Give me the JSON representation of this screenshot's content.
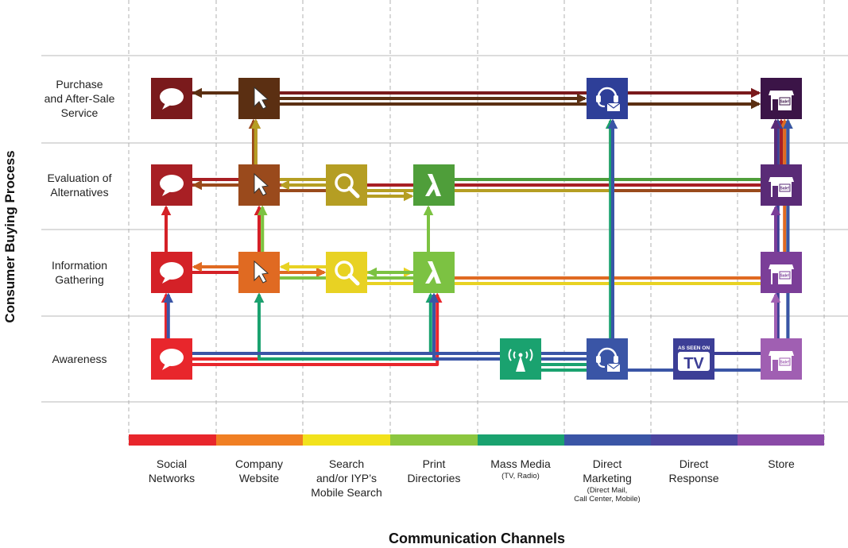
{
  "y_axis_title": "Consumer Buying Process",
  "x_axis_title": "Communication Channels",
  "stages": [
    {
      "id": "purchase",
      "lines": [
        "Purchase",
        "and After-Sale",
        "Service"
      ]
    },
    {
      "id": "evaluation",
      "lines": [
        "Evaluation of",
        "Alternatives"
      ]
    },
    {
      "id": "information",
      "lines": [
        "Information",
        "Gathering"
      ]
    },
    {
      "id": "awareness",
      "lines": [
        "Awareness"
      ]
    }
  ],
  "channels": [
    {
      "id": "social",
      "lines": [
        "Social",
        "Networks"
      ],
      "sub": [],
      "color": "#e8262c"
    },
    {
      "id": "website",
      "lines": [
        "Company",
        "Website"
      ],
      "sub": [],
      "color": "#f07f23"
    },
    {
      "id": "search",
      "lines": [
        "Search",
        "and/or IYP’s",
        "Mobile Search"
      ],
      "sub": [],
      "color": "#f2e21c"
    },
    {
      "id": "print",
      "lines": [
        "Print",
        "Directories"
      ],
      "sub": [],
      "color": "#8cc63f"
    },
    {
      "id": "massmedia",
      "lines": [
        "Mass Media"
      ],
      "sub": [
        "(TV, Radio)"
      ],
      "color": "#1aa26f"
    },
    {
      "id": "directmarketing",
      "lines": [
        "Direct",
        "Marketing"
      ],
      "sub": [
        "(Direct Mail,",
        "Call Center, Mobile)"
      ],
      "color": "#3a55a6"
    },
    {
      "id": "directresponse",
      "lines": [
        "Direct",
        "Response"
      ],
      "sub": [],
      "color": "#4b45a0"
    },
    {
      "id": "store",
      "lines": [
        "Store"
      ],
      "sub": [],
      "color": "#8a4aa7"
    }
  ],
  "node_text": {
    "sale_sign": "Sale!",
    "as_seen_on": "AS SEEN ON",
    "tv": "TV"
  },
  "node_colors": {
    "social_purchase": "#7a1a1c",
    "social_evaluation": "#a81f24",
    "social_information": "#d42127",
    "social_awareness": "#e8262c",
    "website_purchase": "#5b2f12",
    "website_evaluation": "#9a4a1c",
    "website_information": "#e06a22",
    "search_evaluation": "#b59e23",
    "search_information": "#e8d223",
    "print_evaluation": "#4f9e3a",
    "print_information": "#7cc242",
    "massmedia_awareness": "#1aa26f",
    "directmarketing_purchase": "#2e3f98",
    "directmarketing_awareness": "#3a55a6",
    "directresponse_awareness": "#3c3e96",
    "store_purchase": "#3b1447",
    "store_evaluation": "#5a2b77",
    "store_information": "#7b3e98",
    "store_awareness": "#a05fb2"
  },
  "icons": {
    "social": "speech-bubble-icon",
    "website": "cursor-arrow-icon",
    "search": "magnifier-icon",
    "print": "walking-fingers-icon",
    "massmedia": "broadcast-tower-icon",
    "directmarketing": "headset-mail-icon",
    "directresponse": "as-seen-on-tv-icon",
    "store": "storefront-icon"
  },
  "flows": [
    {
      "from": "social_awareness",
      "to": "social_information",
      "color": "#e8262c"
    },
    {
      "from": "social_awareness",
      "to": "website_information",
      "color": "#e8262c"
    },
    {
      "from": "social_awareness",
      "to": "print_information",
      "color": "#e8262c"
    },
    {
      "from": "social_information",
      "to": "social_evaluation",
      "color": "#d42127"
    },
    {
      "from": "social_information",
      "to": "website_evaluation",
      "color": "#d42127"
    },
    {
      "from": "social_evaluation",
      "to": "website_purchase",
      "color": "#a81f24"
    },
    {
      "from": "social_evaluation",
      "to": "store_purchase",
      "color": "#a81f24"
    },
    {
      "from": "social_purchase",
      "to": "store_purchase",
      "color": "#7a1a1c"
    },
    {
      "from": "website_purchase",
      "to": "social_purchase",
      "color": "#5b2f12"
    },
    {
      "from": "website_purchase",
      "to": "directmarketing_purchase",
      "color": "#5b2f12"
    },
    {
      "from": "website_purchase",
      "to": "store_purchase",
      "color": "#5b2f12"
    },
    {
      "from": "website_evaluation",
      "to": "website_purchase",
      "color": "#9a4a1c"
    },
    {
      "from": "website_evaluation",
      "to": "social_evaluation",
      "color": "#9a4a1c"
    },
    {
      "from": "website_evaluation",
      "to": "store_purchase",
      "color": "#9a4a1c"
    },
    {
      "from": "website_information",
      "to": "social_information",
      "color": "#e06a22"
    },
    {
      "from": "website_information",
      "to": "search_information",
      "color": "#e06a22"
    },
    {
      "from": "website_information",
      "to": "store_purchase",
      "color": "#e06a22"
    },
    {
      "from": "search_evaluation",
      "to": "website_purchase",
      "color": "#b59e23"
    },
    {
      "from": "search_evaluation",
      "to": "website_evaluation",
      "color": "#b59e23"
    },
    {
      "from": "search_evaluation",
      "to": "directmarketing_purchase",
      "color": "#b59e23"
    },
    {
      "from": "search_evaluation",
      "to": "print_evaluation",
      "color": "#b59e23"
    },
    {
      "from": "search_information",
      "to": "website_information",
      "color": "#e8d223"
    },
    {
      "from": "search_information",
      "to": "print_information",
      "color": "#e8d223"
    },
    {
      "from": "search_information",
      "to": "website_evaluation",
      "color": "#e8d223"
    },
    {
      "from": "search_information",
      "to": "store_purchase",
      "color": "#e8d223"
    },
    {
      "from": "print_evaluation",
      "to": "store_purchase",
      "color": "#4f9e3a"
    },
    {
      "from": "print_information",
      "to": "print_evaluation",
      "color": "#7cc242"
    },
    {
      "from": "print_information",
      "to": "search_information",
      "color": "#7cc242"
    },
    {
      "from": "print_information",
      "to": "website_evaluation",
      "color": "#7cc242"
    },
    {
      "from": "massmedia_awareness",
      "to": "print_information",
      "color": "#1aa26f"
    },
    {
      "from": "massmedia_awareness",
      "to": "website_information",
      "color": "#1aa26f"
    },
    {
      "from": "massmedia_awareness",
      "to": "directmarketing_purchase",
      "color": "#1aa26f"
    },
    {
      "from": "massmedia_awareness",
      "to": "store_purchase",
      "color": "#1aa26f"
    },
    {
      "from": "directmarketing_awareness",
      "to": "social_information",
      "color": "#3a55a6"
    },
    {
      "from": "directmarketing_awareness",
      "to": "print_information",
      "color": "#3a55a6"
    },
    {
      "from": "directmarketing_awareness",
      "to": "directmarketing_purchase",
      "color": "#3a55a6"
    },
    {
      "from": "directmarketing_awareness",
      "to": "store_purchase",
      "color": "#3a55a6"
    },
    {
      "from": "directresponse_awareness",
      "to": "store_purchase",
      "color": "#3c3e96"
    },
    {
      "from": "store_awareness",
      "to": "store_information",
      "color": "#a05fb2"
    },
    {
      "from": "store_information",
      "to": "store_evaluation",
      "color": "#7b3e98"
    },
    {
      "from": "store_evaluation",
      "to": "store_purchase",
      "color": "#5a2b77"
    }
  ]
}
